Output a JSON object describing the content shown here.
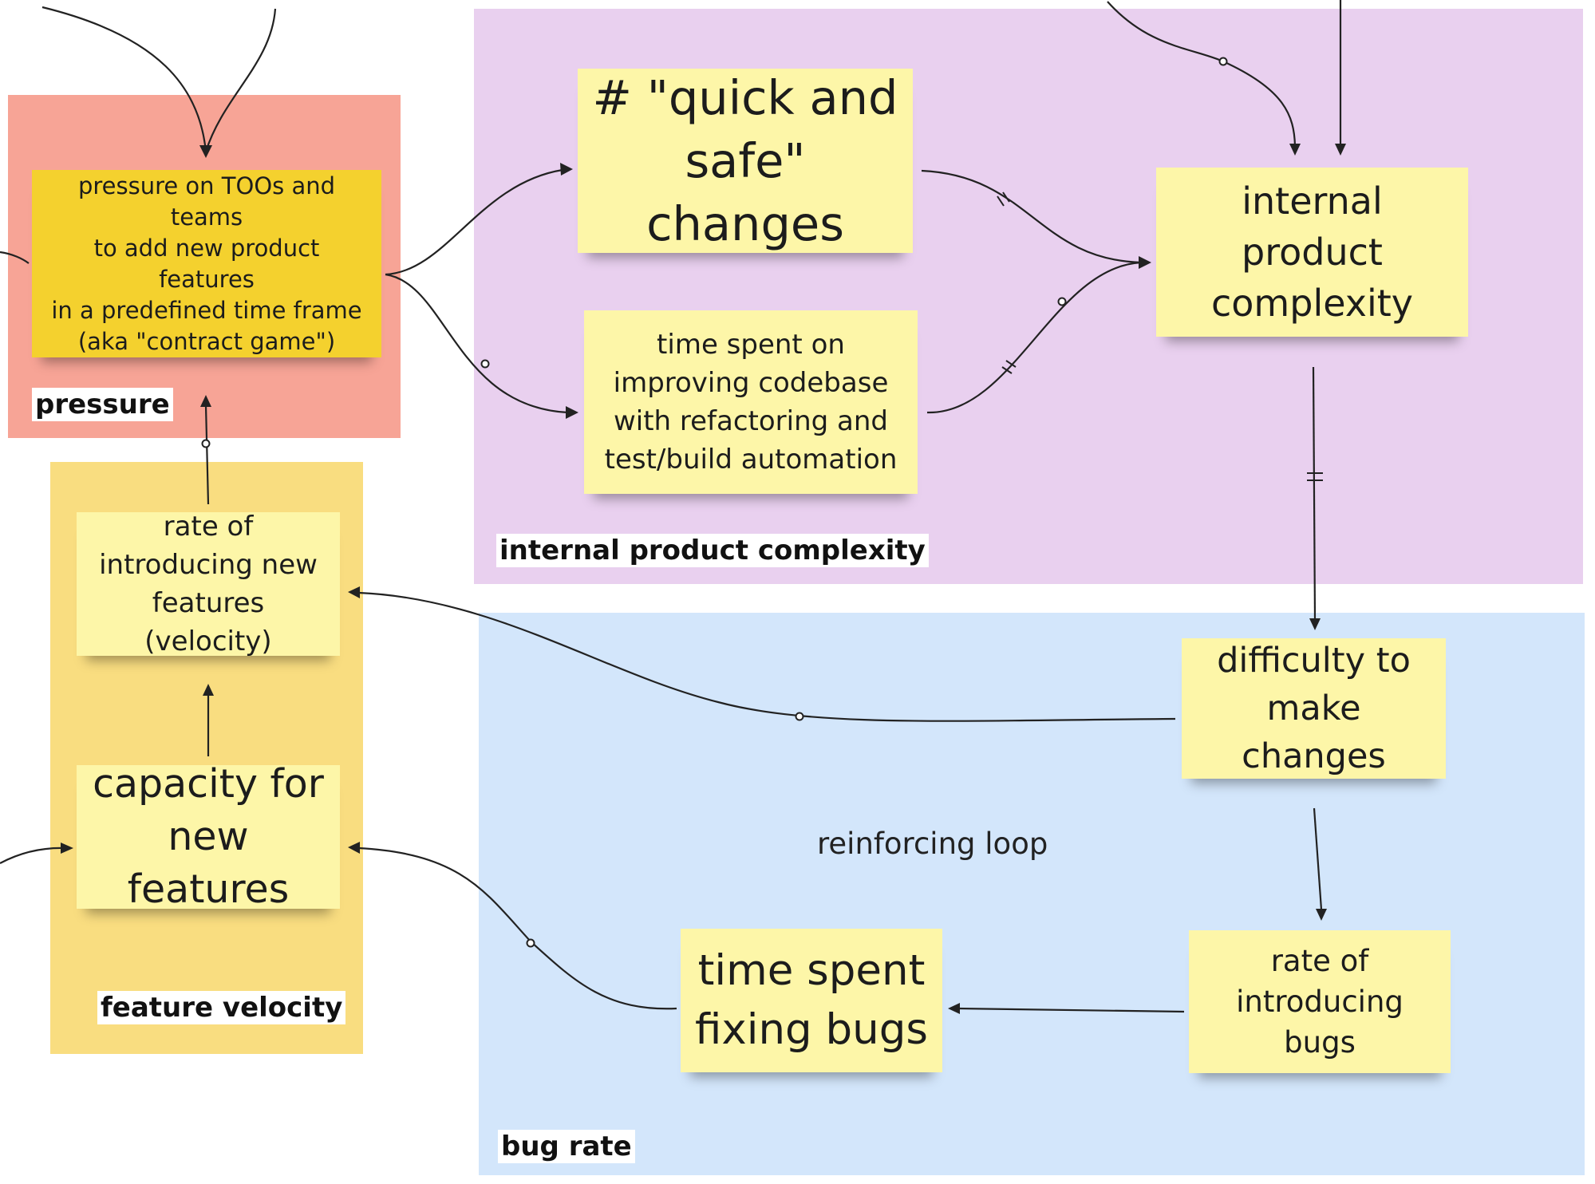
{
  "frames": {
    "pressure": "pressure",
    "feature_velocity": "feature velocity",
    "internal_product_complexity": "internal product complexity",
    "bug_rate": "bug rate"
  },
  "notes": {
    "pressure": [
      "pressure on TOOs and teams",
      "to add new product features",
      "in a predefined time frame",
      "(aka \"contract game\")"
    ],
    "quick_safe_changes": [
      "# \"quick and",
      "safe\" changes"
    ],
    "time_spent_codebase": [
      "time spent on",
      "improving codebase",
      "with refactoring and",
      "test/build automation"
    ],
    "internal_product_complexity": [
      "internal product",
      "complexity"
    ],
    "rate_new_features": [
      "rate of",
      "introducing new",
      "features (velocity)"
    ],
    "capacity_new_features": [
      "capacity for",
      "new features"
    ],
    "difficulty_changes": [
      "difficulty to",
      "make changes"
    ],
    "time_fixing_bugs": [
      "time spent",
      "fixing bugs"
    ],
    "rate_bugs": [
      "rate of",
      "introducing bugs"
    ]
  },
  "annotations": {
    "loop_label": "reinforcing loop"
  },
  "colors": {
    "pressure_frame": "#f7a496",
    "velocity_frame": "#f9dd80",
    "complexity_frame": "#e9d0ef",
    "bugrate_frame": "#d3e6fb",
    "sticky_pale": "#fdf6a8",
    "sticky_gold": "#f4d12e"
  }
}
